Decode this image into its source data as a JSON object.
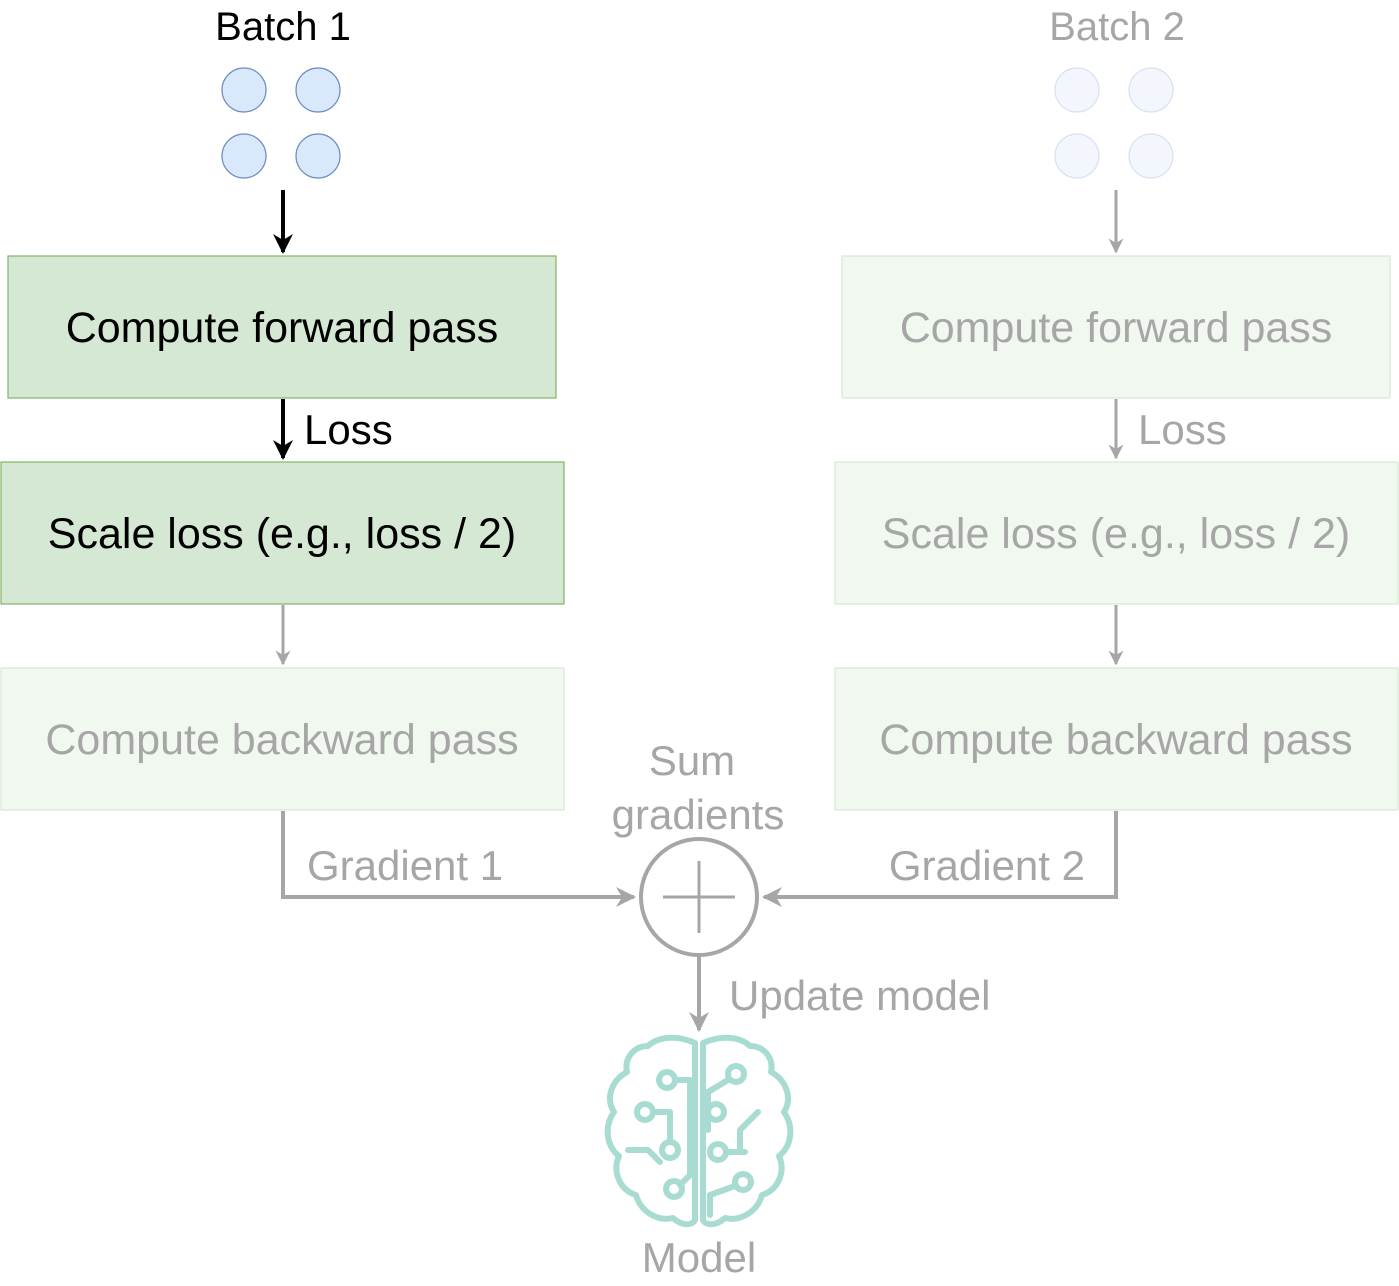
{
  "batch1": {
    "title": "Batch 1",
    "forward_label": "Compute forward pass",
    "loss_label": "Loss",
    "scale_label": "Scale loss (e.g., loss / 2)",
    "backward_label": "Compute backward pass",
    "gradient_label": "Gradient 1"
  },
  "batch2": {
    "title": "Batch 2",
    "forward_label": "Compute forward pass",
    "loss_label": "Loss",
    "scale_label": "Scale loss (e.g., loss / 2)",
    "backward_label": "Compute backward pass",
    "gradient_label": "Gradient 2"
  },
  "sum": {
    "label_line1": "Sum",
    "label_line2": "gradients"
  },
  "update_label": "Update model",
  "model_label": "Model",
  "icons": {
    "sum": "plus-circle-icon",
    "model": "brain-circuit-icon",
    "sample": "circle-dot"
  },
  "colors": {
    "active_box_fill": "#d5e8d4",
    "active_box_stroke": "#82b366",
    "faded_box_fill": "#f1f8f0",
    "faded_box_stroke": "#d6e8d3",
    "active_dot_fill": "#dae8fc",
    "active_dot_stroke": "#6c8ebf",
    "faded_dot_fill": "#f3f7fd",
    "faded_dot_stroke": "#d7e2f2",
    "active_arrow": "#000000",
    "faded_arrow": "#a6a6a6",
    "faded_text": "#a6a6a6",
    "brain": "#a8dcd2"
  }
}
